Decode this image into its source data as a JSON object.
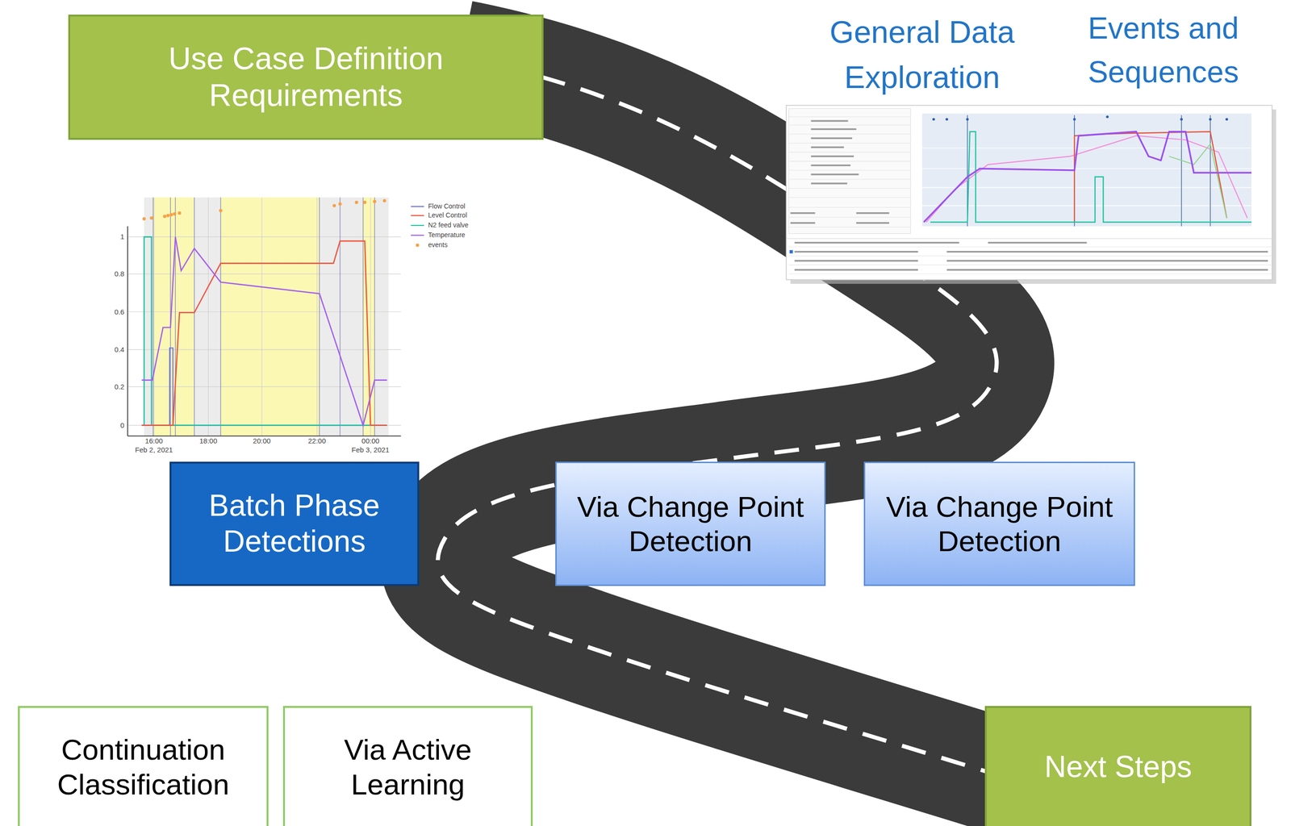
{
  "diagram": {
    "nodes": [
      {
        "text": [
          "Use Case Definition Requirements"
        ]
      },
      {
        "text": [
          "Batch Phase Detections"
        ]
      },
      {
        "text": [
          "Via Change Point Detection"
        ]
      },
      {
        "text": [
          "Via Change Point Detection"
        ]
      },
      {
        "text": [
          "Continuation Classification"
        ]
      },
      {
        "text": [
          "Via Active Learning"
        ]
      },
      {
        "text": [
          "Next Steps"
        ]
      }
    ],
    "labels": [
      "General Data Exploration",
      "Events and Sequences",
      "1",
      "0.8",
      "0.6",
      "0.4",
      "0.2",
      "0",
      "16:00",
      "Feb 2, 2021",
      "18:00",
      "20:00",
      "22:00",
      "00:00",
      "Feb 3, 2021"
    ],
    "legend": [
      {
        "text": "Flow Control"
      },
      {
        "text": "Level Control"
      },
      {
        "text": "N2 feed valve"
      },
      {
        "text": "Temperature"
      },
      {
        "text": "events"
      }
    ]
  }
}
